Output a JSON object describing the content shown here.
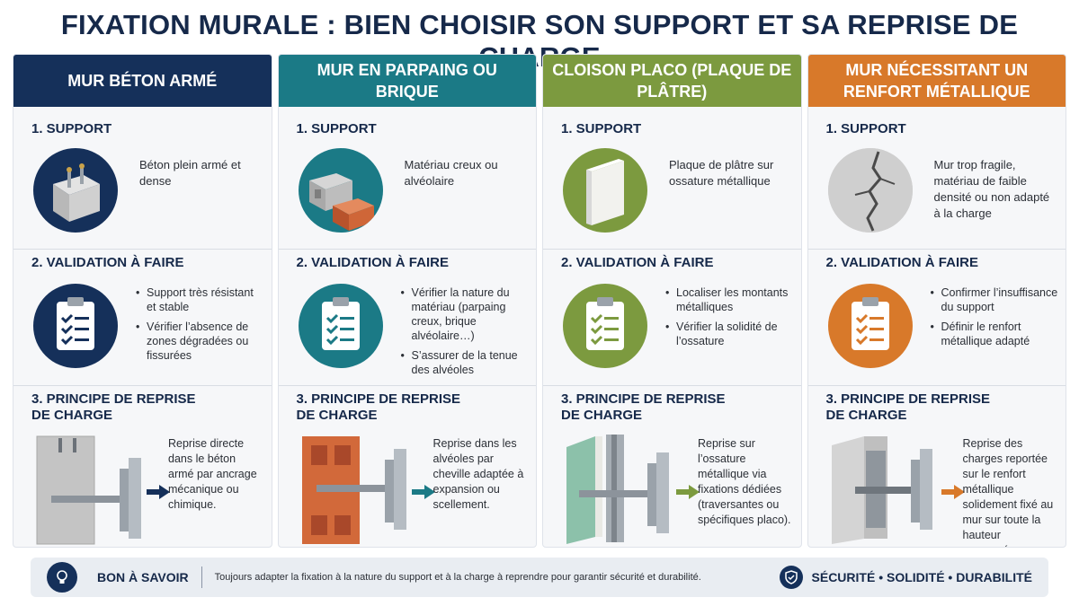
{
  "title": "FIXATION MURALE : BIEN CHOISIR SON SUPPORT ET SA REPRISE DE CHARGE",
  "sections": {
    "support": "1. SUPPORT",
    "validation": "2. VALIDATION À FAIRE",
    "principe": "3. PRINCIPE DE REPRISE DE CHARGE"
  },
  "columns": [
    {
      "header": "MUR BÉTON ARMÉ",
      "support_text": "Béton plein armé et dense",
      "validation": [
        "Support très résistant et stable",
        "Vérifier l’absence de zones dégradées ou fissurées"
      ],
      "principe_text": "Reprise directe dans le béton armé par ancrage mécanique ou chimique.",
      "accent": "#15305a"
    },
    {
      "header": "MUR EN PARPAING OU BRIQUE",
      "support_text": "Matériau creux ou alvéolaire",
      "validation": [
        "Vérifier la nature du matériau (parpaing creux, brique alvéolaire…)",
        "S’assurer de la tenue des alvéoles"
      ],
      "principe_text": "Reprise dans les alvéoles par cheville adaptée à expansion ou scellement.",
      "accent": "#1b7a86"
    },
    {
      "header": "CLOISON PLACO (PLAQUE DE PLÂTRE)",
      "support_text": "Plaque de plâtre sur ossature métallique",
      "validation": [
        "Localiser les montants métalliques",
        "Vérifier la solidité de l’ossature"
      ],
      "principe_text": "Reprise sur l’ossature métallique via fixations dédiées (traversantes ou spécifiques placo).",
      "accent": "#7c9a3f"
    },
    {
      "header": "MUR NÉCESSITANT UN RENFORT MÉTALLIQUE",
      "support_text": "Mur trop fragile, matériau de faible densité ou non adapté à la charge",
      "validation": [
        "Confirmer l’insuffisance du support",
        "Définir le renfort métallique adapté"
      ],
      "principe_text": "Reprise des charges reportée sur le renfort métallique solidement fixé au mur sur toute la hauteur concernée.",
      "accent": "#d8792a"
    }
  ],
  "footer": {
    "label": "BON À SAVOIR",
    "tip": "Toujours adapter la fixation à la nature du support et à la charge à reprendre pour garantir sécurité et durabilité.",
    "values": "SÉCURITÉ • SOLIDITÉ • DURABILITÉ"
  }
}
